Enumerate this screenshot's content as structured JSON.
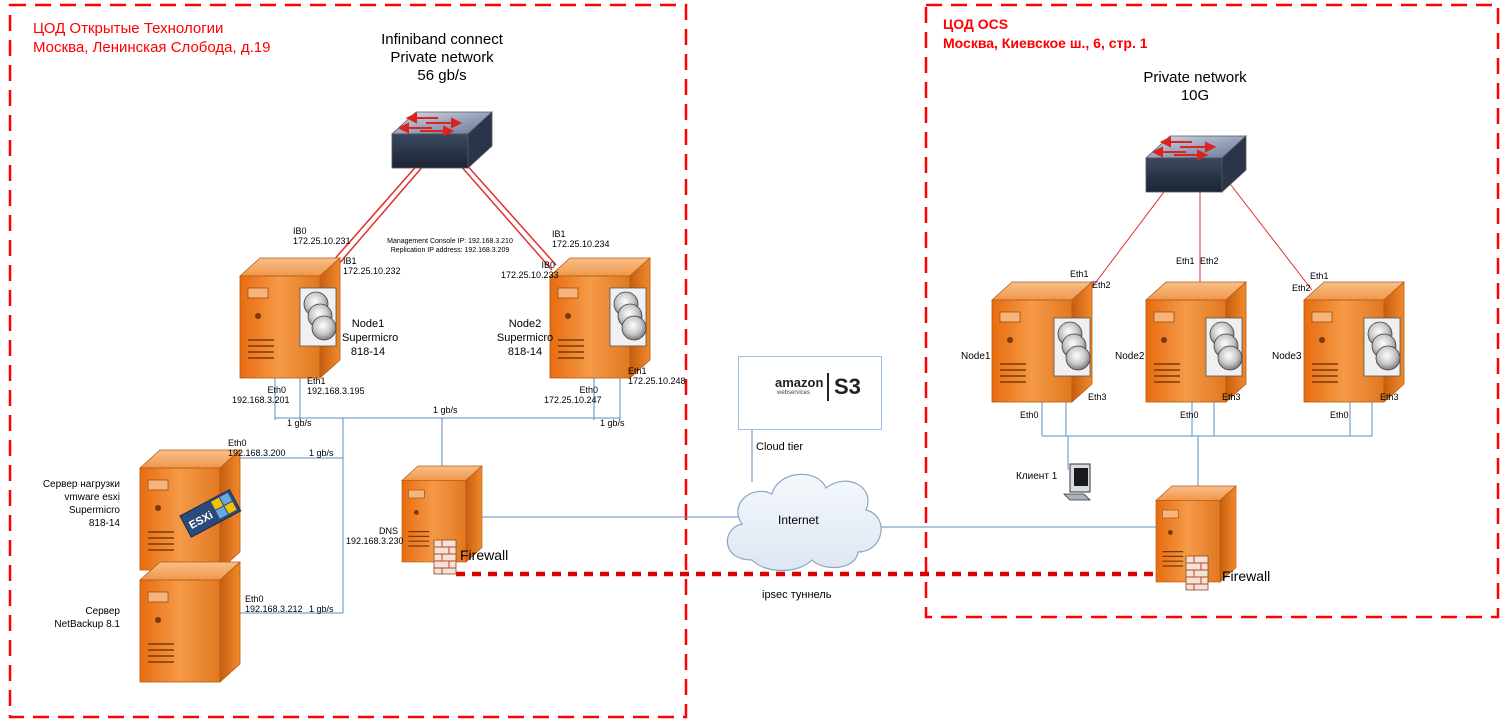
{
  "left_site": {
    "title_line1": "ЦОД Открытые Технологии",
    "title_line2": "Москва, Ленинская Слобода, д.19",
    "switch_label_1": "Infiniband connect",
    "switch_label_2": "Private network",
    "switch_label_3": "56 gb/s",
    "mgmt_line1": "Management Console IP: 192.168.3.210",
    "mgmt_line2": "Replication IP address: 192.168.3.209",
    "node1": {
      "ib0": "IB0",
      "ib0_ip": "172.25.10.231",
      "ib1": "IB1",
      "ib1_ip": "172.25.10.232",
      "name1": "Node1",
      "name2": "Supermicro",
      "name3": "818-14",
      "eth0": "Eth0",
      "eth0_ip": "192.168.3.201",
      "eth1": "Eth1",
      "eth1_ip": "192.168.3.195"
    },
    "node2": {
      "ib1": "IB1",
      "ib1_ip": "172.25.10.234",
      "ib0": "IB0",
      "ib0_ip": "172.25.10.233",
      "name1": "Node2",
      "name2": "Supermicro",
      "name3": "818-14",
      "eth0": "Eth0",
      "eth0_ip": "172.25.10.247",
      "eth1": "Eth1",
      "eth1_ip": "172.25.10.248"
    },
    "link_1gb": "1 gb/s",
    "esxi_server": {
      "label1": "Сервер нагрузки",
      "label2": "vmware esxi",
      "label3": "Supermicro",
      "label4": "818-14",
      "eth0": "Eth0",
      "eth0_ip": "192.168.3.200",
      "badge": "ESXi"
    },
    "netbackup_server": {
      "label1": "Сервер",
      "label2": "NetBackup 8.1",
      "eth0": "Eth0",
      "eth0_ip": "192.168.3.212"
    },
    "dns": {
      "label": "DNS",
      "ip": "192.168.3.230"
    },
    "firewall": "Firewall"
  },
  "cloud": {
    "s3_brand": "amazon",
    "s3_sub": "webservices",
    "s3_mark": "S3",
    "cloud_tier": "Cloud tier",
    "internet": "Internet",
    "ipsec": "ipsec туннель"
  },
  "right_site": {
    "title_line1": "ЦОД OCS",
    "title_line2": "Москва, Киевское ш., 6, стр. 1",
    "switch_label_1": "Private network",
    "switch_label_2": "10G",
    "node1": {
      "name": "Node1",
      "eth1": "Eth1",
      "eth2": "Eth2",
      "eth0": "Eth0",
      "eth3": "Eth3"
    },
    "node2": {
      "name": "Node2",
      "eth1": "Eth1",
      "eth2": "Eth2",
      "eth0": "Eth0",
      "eth3": "Eth3"
    },
    "node3": {
      "name": "Node3",
      "eth1": "Eth1",
      "eth2": "Eth2",
      "eth0": "Eth0",
      "eth3": "Eth3"
    },
    "client": "Клиент 1",
    "firewall": "Firewall"
  },
  "colors": {
    "region_border": "#ff0000",
    "server_orange": "#f08a2c",
    "ib_link": "#e23030",
    "lan_link": "#5b8fc7",
    "ipsec": "#e00000"
  }
}
